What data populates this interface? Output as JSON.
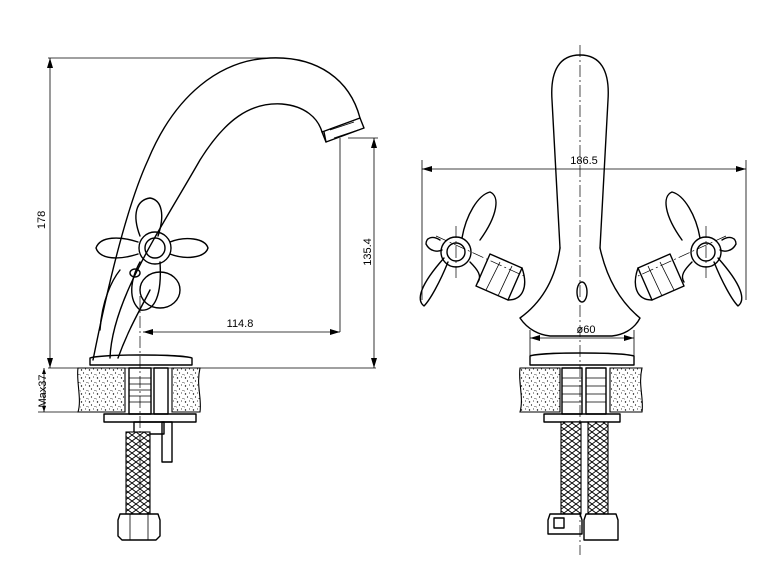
{
  "dimensions": {
    "height_total": "178",
    "spout_height": "135.4",
    "spout_reach": "114.8",
    "max_deck": "Max37",
    "handle_span": "186.5",
    "base_diameter": "ø60"
  }
}
